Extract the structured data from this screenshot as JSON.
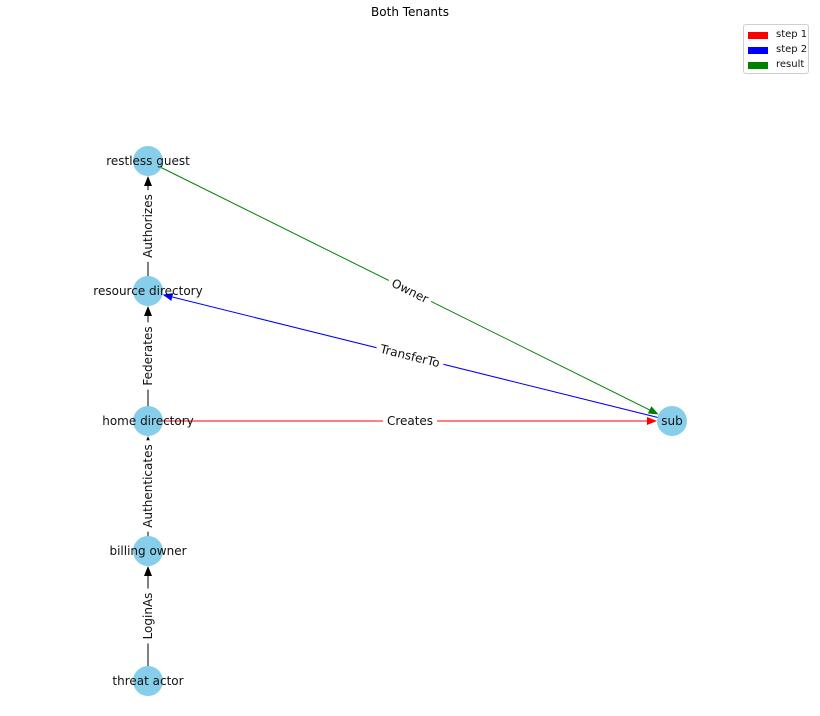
{
  "title": "Both Tenants",
  "legend": [
    {
      "label": "step 1",
      "color": "#ff0000"
    },
    {
      "label": "step 2",
      "color": "#0000ff"
    },
    {
      "label": "result",
      "color": "#008000"
    }
  ],
  "node_color": "#87ceeb",
  "nodes": [
    {
      "id": "restless-guest",
      "label": "restless guest"
    },
    {
      "id": "resource-directory",
      "label": "resource directory"
    },
    {
      "id": "home-directory",
      "label": "home directory"
    },
    {
      "id": "billing-owner",
      "label": "billing owner"
    },
    {
      "id": "threat-actor",
      "label": "threat actor"
    },
    {
      "id": "sub",
      "label": "sub"
    }
  ],
  "edges": [
    {
      "from": "threat-actor",
      "to": "billing-owner",
      "label": "LoginAs",
      "color": "#000000"
    },
    {
      "from": "billing-owner",
      "to": "home-directory",
      "label": "Authenticates",
      "color": "#000000"
    },
    {
      "from": "home-directory",
      "to": "resource-directory",
      "label": "Federates",
      "color": "#000000"
    },
    {
      "from": "resource-directory",
      "to": "restless-guest",
      "label": "Authorizes",
      "color": "#000000"
    },
    {
      "from": "home-directory",
      "to": "sub",
      "label": "Creates",
      "color": "#ff0000"
    },
    {
      "from": "sub",
      "to": "resource-directory",
      "label": "TransferTo",
      "color": "#0000ff"
    },
    {
      "from": "restless-guest",
      "to": "sub",
      "label": "Owner",
      "color": "#008000"
    }
  ]
}
